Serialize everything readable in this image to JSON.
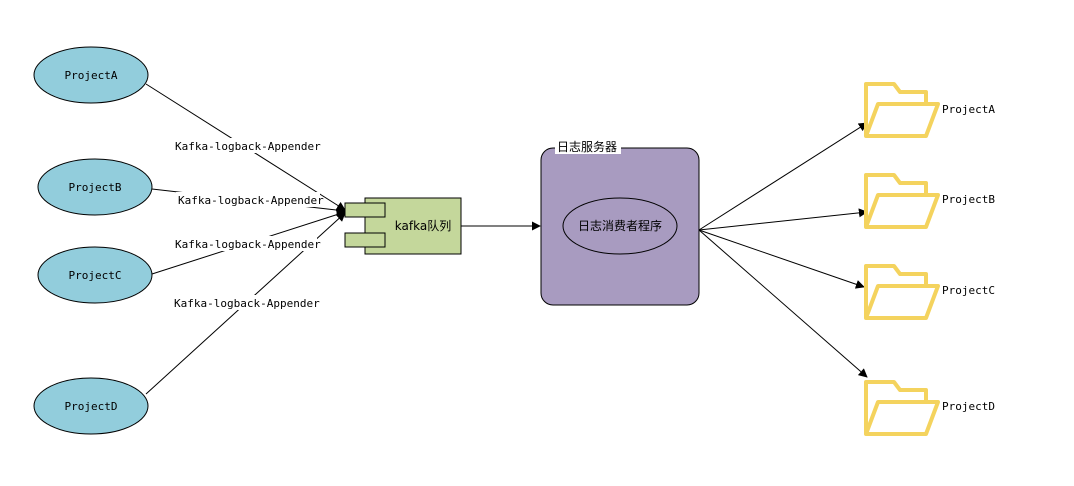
{
  "projects": [
    "ProjectA",
    "ProjectB",
    "ProjectC",
    "ProjectD"
  ],
  "appender_label": "Kafka-logback-Appender",
  "kafka": {
    "label": "kafka队列"
  },
  "server": {
    "title": "日志服务器",
    "consumer": "日志消费者程序"
  },
  "outputs": [
    "ProjectA",
    "ProjectB",
    "ProjectC",
    "ProjectD"
  ],
  "colors": {
    "project_fill": "#92cddc",
    "kafka_fill": "#c4d79b",
    "server_fill": "#a89bc0",
    "folder": "#f4d35e"
  }
}
